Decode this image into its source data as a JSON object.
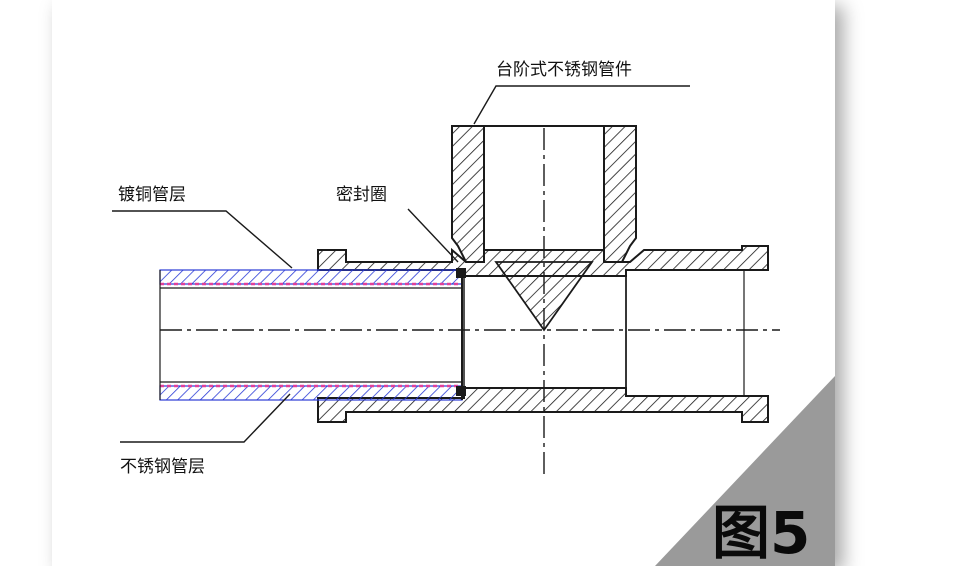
{
  "labels": {
    "fitting": "台阶式不锈钢管件",
    "copper_layer": "镀铜管层",
    "seal_ring": "密封圈",
    "stainless_layer": "不锈钢管层"
  },
  "figure_label": "图5",
  "colors": {
    "outline": "#1a1a1a",
    "copper_hatch": "#2b3bd6",
    "pink_layer": "#e0409a",
    "corner_grey": "#9a9a9a"
  }
}
